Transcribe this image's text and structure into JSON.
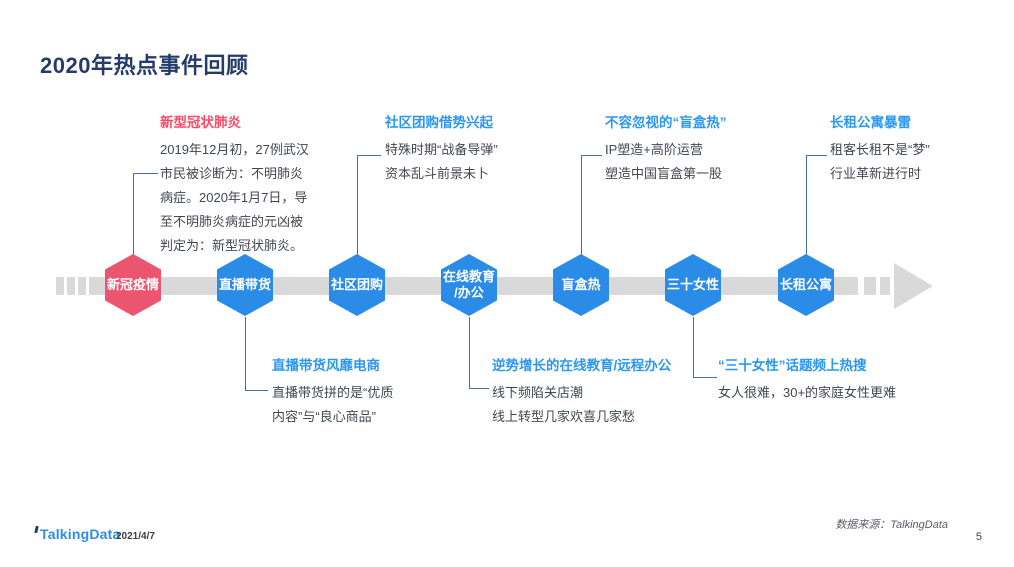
{
  "slide": {
    "title": "2020年热点事件回顾",
    "footer": {
      "logo": "TalkingData",
      "date": "2021/4/7",
      "source": "数据来源：TalkingData",
      "page_number": "5"
    }
  },
  "colors": {
    "title_navy": "#253c68",
    "node_red": "#eb5570",
    "node_blue": "#2b8ce8",
    "callout_title_red": "#fb4a66",
    "callout_title_blue": "#2c97f0",
    "connector_blue": "#4a6f9d",
    "timeline_gray": "#d9d9d9",
    "body_text": "#40474f"
  },
  "timeline": {
    "nodes": [
      {
        "label": "新冠疫情"
      },
      {
        "label": "直播带货"
      },
      {
        "label": "社区团购"
      },
      {
        "label": [
          "在线教育",
          "/办公"
        ]
      },
      {
        "label": "盲盒热"
      },
      {
        "label": "三十女性"
      },
      {
        "label": "长租公寓"
      }
    ]
  },
  "callouts": {
    "top": [
      {
        "title": "新型冠状肺炎",
        "lines": [
          "2019年12月初，27例武汉",
          "市民被诊断为：不明肺炎",
          "病症。2020年1月7日，导",
          "至不明肺炎病症的元凶被",
          "判定为：新型冠状肺炎。"
        ]
      },
      {
        "title": "社区团购借势兴起",
        "lines": [
          "特殊时期“战备导弹”",
          "资本乱斗前景未卜"
        ]
      },
      {
        "title": "不容忽视的“盲盒热”",
        "lines": [
          "IP塑造+高阶运营",
          "塑造中国盲盒第一股"
        ]
      },
      {
        "title": "长租公寓暴雷",
        "lines": [
          "租客长租不是“梦”",
          "行业革新进行时"
        ]
      }
    ],
    "bottom": [
      {
        "title": "直播带货风靡电商",
        "lines": [
          "直播带货拼的是“优质",
          "内容”与“良心商品”"
        ]
      },
      {
        "title": "逆势增长的在线教育/远程办公",
        "lines": [
          "线下频陷关店潮",
          "线上转型几家欢喜几家愁"
        ]
      },
      {
        "title": "“三十女性”话题频上热搜",
        "lines": [
          "女人很难，30+的家庭女性更难"
        ]
      }
    ]
  }
}
